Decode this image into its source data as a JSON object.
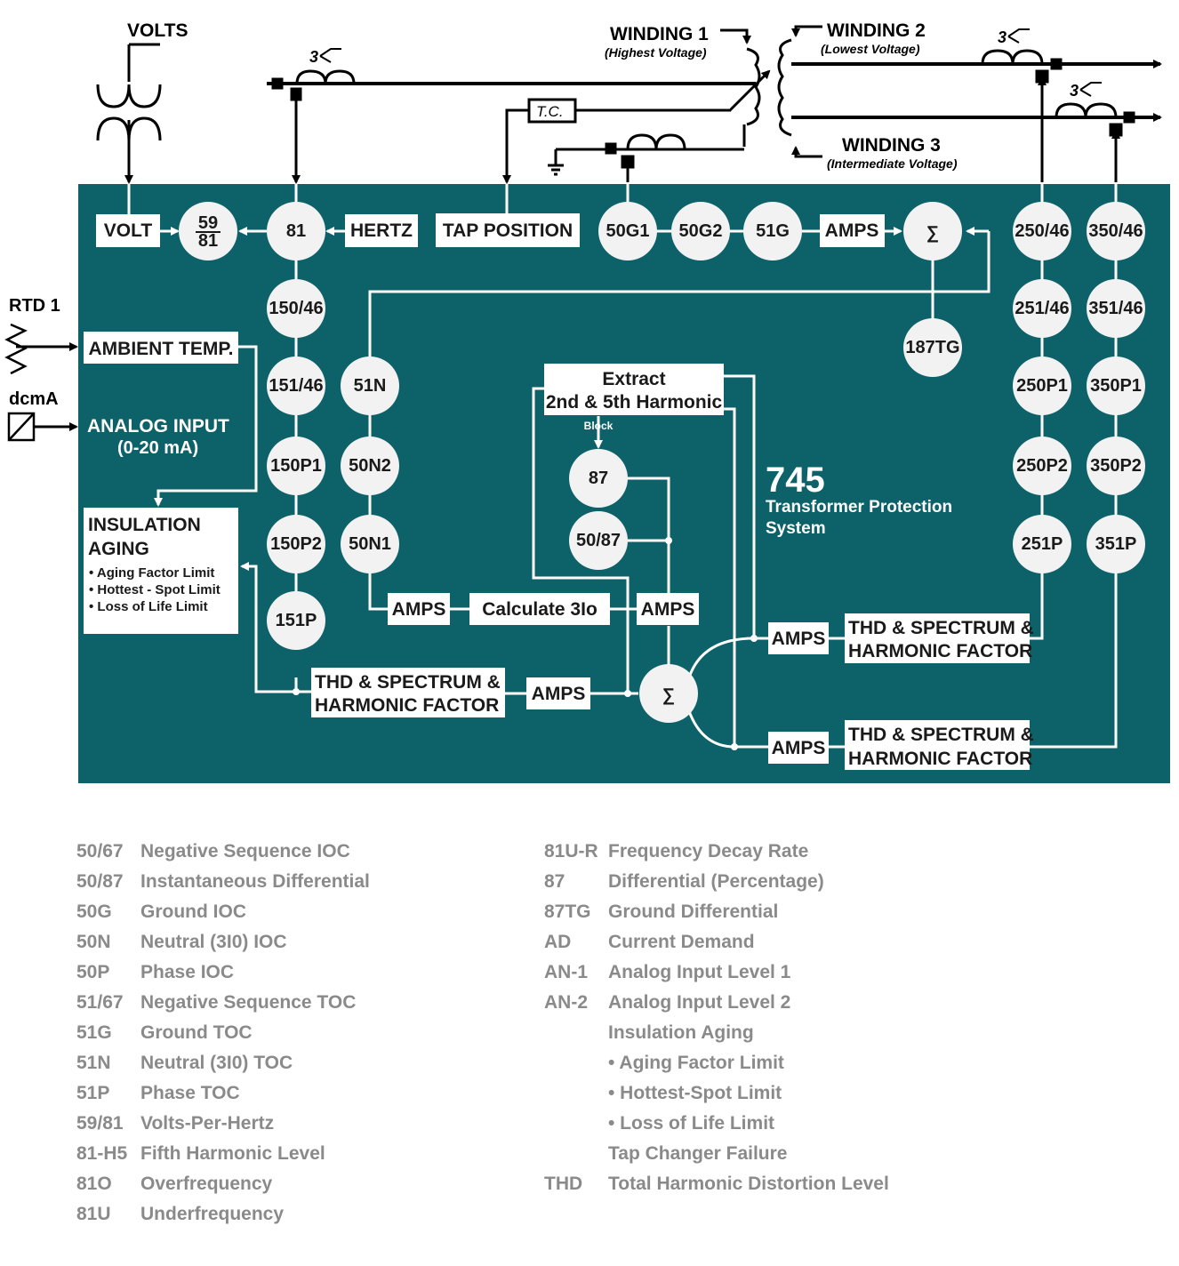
{
  "top": {
    "volts": "VOLTS",
    "winding1": "WINDING 1",
    "winding1_sub": "(Highest Voltage)",
    "winding2": "WINDING 2",
    "winding2_sub": "(Lowest Voltage)",
    "winding3": "WINDING 3",
    "winding3_sub": "(Intermediate Voltage)",
    "tc": "T.C.",
    "ct_mark": "3",
    "rtd": "RTD 1",
    "dcma": "dcmA"
  },
  "blocks": {
    "volt": "VOLT",
    "vhz_num": "59",
    "vhz_den": "81",
    "b81": "81",
    "hertz": "HERTZ",
    "tap_position": "TAP POSITION",
    "b50g1": "50G1",
    "b50g2": "50G2",
    "b51g": "51G",
    "amps": "AMPS",
    "sigma": "∑",
    "b250_46": "250/46",
    "b350_46": "350/46",
    "b150_46": "150/46",
    "b251_46": "251/46",
    "b351_46": "351/46",
    "b187tg": "187TG",
    "ambient_temp": "AMBIENT TEMP.",
    "analog_input": "ANALOG INPUT",
    "analog_range": "(0-20 mA)",
    "b151_46": "151/46",
    "b51n": "51N",
    "extract_l1": "Extract",
    "extract_l2": "2nd & 5th Harmonic",
    "block": "Block",
    "b250p1": "250P1",
    "b350p1": "350P1",
    "b150p1": "150P1",
    "b50n2": "50N2",
    "b87": "87",
    "title_num": "745",
    "title_l1": "Transformer Protection",
    "title_l2": "System",
    "b250p2": "250P2",
    "b350p2": "350P2",
    "insulation_l1": "INSULATION",
    "insulation_l2": "AGING",
    "ins_item1": "• Aging Factor Limit",
    "ins_item2": "• Hottest - Spot Limit",
    "ins_item3": "• Loss of Life Limit",
    "b150p2": "150P2",
    "b50n1": "50N1",
    "b50_87": "50/87",
    "b251p": "251P",
    "b351p": "351P",
    "b151p": "151P",
    "calc3io": "Calculate 3Io",
    "thd_l1": "THD & SPECTRUM &",
    "thd_l2": "HARMONIC FACTOR"
  },
  "legend_left": [
    {
      "code": "50/67",
      "desc": "Negative Sequence IOC"
    },
    {
      "code": "50/87",
      "desc": "Instantaneous Differential"
    },
    {
      "code": "50G",
      "desc": "Ground IOC"
    },
    {
      "code": "50N",
      "desc": "Neutral (3I0) IOC"
    },
    {
      "code": "50P",
      "desc": "Phase IOC"
    },
    {
      "code": "51/67",
      "desc": "Negative Sequence TOC"
    },
    {
      "code": "51G",
      "desc": "Ground TOC"
    },
    {
      "code": "51N",
      "desc": "Neutral (3I0) TOC"
    },
    {
      "code": "51P",
      "desc": "Phase TOC"
    },
    {
      "code": "59/81",
      "desc": "Volts-Per-Hertz"
    },
    {
      "code": "81-H5",
      "desc": "Fifth Harmonic Level"
    },
    {
      "code": "81O",
      "desc": "Overfrequency"
    },
    {
      "code": "81U",
      "desc": "Underfrequency"
    }
  ],
  "legend_right": [
    {
      "code": "81U-R",
      "desc": "Frequency Decay Rate"
    },
    {
      "code": "87",
      "desc": "Differential (Percentage)"
    },
    {
      "code": "87TG",
      "desc": "Ground Differential"
    },
    {
      "code": "AD",
      "desc": "Current Demand"
    },
    {
      "code": "AN-1",
      "desc": "Analog Input Level 1"
    },
    {
      "code": "AN-2",
      "desc": "Analog Input Level 2"
    },
    {
      "code": "",
      "desc": "Insulation Aging"
    },
    {
      "code": "",
      "desc": "• Aging Factor Limit"
    },
    {
      "code": "",
      "desc": "• Hottest-Spot Limit"
    },
    {
      "code": "",
      "desc": "• Loss of Life Limit"
    },
    {
      "code": "",
      "desc": "Tap Changer Failure"
    },
    {
      "code": "THD",
      "desc": "Total Harmonic Distortion Level"
    }
  ],
  "colors": {
    "panel": "#0d6168",
    "circle": "#f2f2f2",
    "box": "#ffffff",
    "line": "#ffffff",
    "legend_text": "#8a8a8a"
  }
}
